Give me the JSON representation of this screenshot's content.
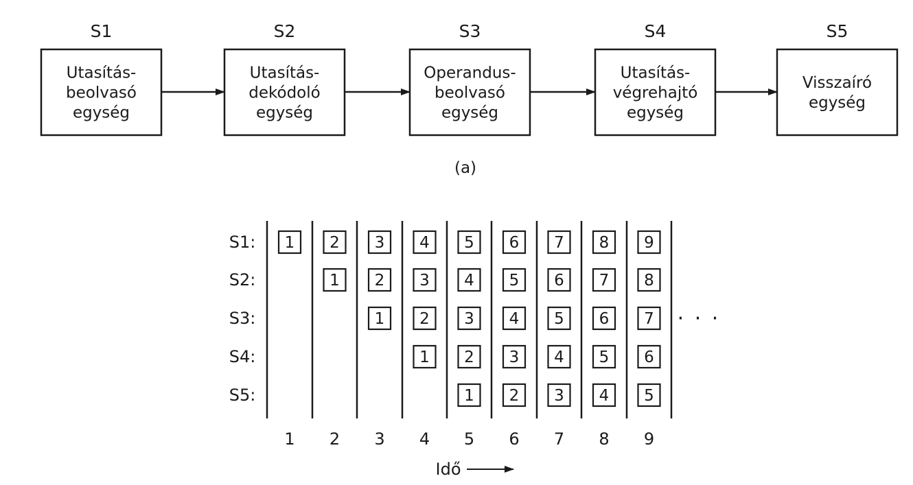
{
  "pipeline": {
    "stages": [
      {
        "id": "S1",
        "lines": [
          "Utasítás-",
          "beolvasó",
          "egység"
        ]
      },
      {
        "id": "S2",
        "lines": [
          "Utasítás-",
          "dekódoló",
          "egység"
        ]
      },
      {
        "id": "S3",
        "lines": [
          "Operandus-",
          "beolvasó",
          "egység"
        ]
      },
      {
        "id": "S4",
        "lines": [
          "Utasítás-",
          "végrehajtó",
          "egység"
        ]
      },
      {
        "id": "S5",
        "lines": [
          "Visszaíró",
          "egység"
        ]
      }
    ],
    "caption": "(a)"
  },
  "timing": {
    "rows": [
      {
        "label": "S1:",
        "cells": [
          "1",
          "2",
          "3",
          "4",
          "5",
          "6",
          "7",
          "8",
          "9"
        ]
      },
      {
        "label": "S2:",
        "cells": [
          "",
          "1",
          "2",
          "3",
          "4",
          "5",
          "6",
          "7",
          "8"
        ]
      },
      {
        "label": "S3:",
        "cells": [
          "",
          "",
          "1",
          "2",
          "3",
          "4",
          "5",
          "6",
          "7"
        ]
      },
      {
        "label": "S4:",
        "cells": [
          "",
          "",
          "",
          "1",
          "2",
          "3",
          "4",
          "5",
          "6"
        ]
      },
      {
        "label": "S5:",
        "cells": [
          "",
          "",
          "",
          "",
          "1",
          "2",
          "3",
          "4",
          "5"
        ]
      }
    ],
    "columns": [
      "1",
      "2",
      "3",
      "4",
      "5",
      "6",
      "7",
      "8",
      "9"
    ],
    "axis_label": "Idő",
    "continuation": "· · ·"
  },
  "colors": {
    "ink": "#1a1a1a",
    "background": "#ffffff"
  }
}
